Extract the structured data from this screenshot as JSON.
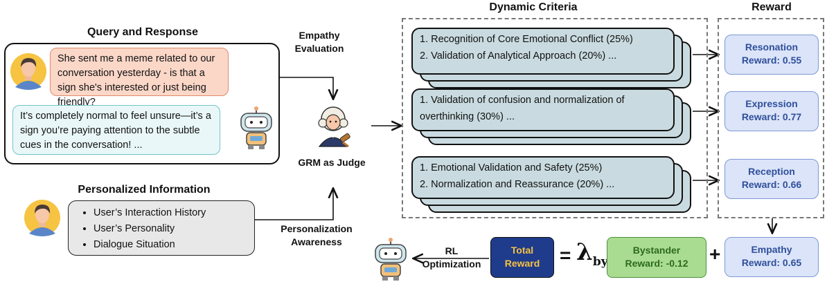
{
  "query_response": {
    "title": "Query and Response",
    "user_message": "She sent me a meme related to our conversation yesterday - is that a sign she's interested or just being friendly?",
    "bot_message": "It’s completely normal to feel unsure—it’s a sign you’re paying attention to the subtle cues in the conversation! ..."
  },
  "personalized": {
    "title": "Personalized Information",
    "items": [
      "User’s Interaction History",
      "User’s Personality",
      "Dialogue Situation"
    ]
  },
  "judge": {
    "empathy_eval_line1": "Empathy",
    "empathy_eval_line2": "Evaluation",
    "label": "GRM as Judge",
    "personalization_line1": "Personalization",
    "personalization_line2": "Awareness"
  },
  "criteria": {
    "title": "Dynamic Criteria",
    "groups": [
      {
        "line1": "1. Recognition of Core Emotional Conflict (25%)",
        "line2": "2. Validation of Analytical Approach (20%)  ..."
      },
      {
        "line1": "1. Validation of confusion and normalization of",
        "line2": "overthinking (30%)  ..."
      },
      {
        "line1": "1. Emotional Validation and Safety (25%)",
        "line2": "2. Normalization and Reassurance (20%)  ..."
      }
    ]
  },
  "reward": {
    "title": "Reward",
    "items": [
      {
        "name": "Resonation",
        "value": "Reward: 0.55"
      },
      {
        "name": "Expression",
        "value": "Reward: 0.77"
      },
      {
        "name": "Reception",
        "value": "Reward: 0.66"
      }
    ],
    "empathy": {
      "name": "Empathy",
      "value": "Reward: 0.65"
    }
  },
  "bottom": {
    "rl_line1": "RL",
    "rl_line2": "Optimization",
    "total_line1": "Total",
    "total_line2": "Reward",
    "equals": "=",
    "lambda": "λ",
    "lambda_sub": "bys",
    "bystander_name": "Bystander",
    "bystander_value": "Reward: -0.12",
    "plus": "+"
  },
  "colors": {
    "user_bubble": "#fbd7c8",
    "bot_bubble": "#eaf7f8",
    "criteria_card": "#c9dbe0",
    "reward_box": "#dbe4f8",
    "total_box": "#1f3b8c",
    "bystander_box": "#a9dc91"
  },
  "icons": [
    "user-avatar-icon",
    "robot-icon",
    "judge-icon"
  ]
}
